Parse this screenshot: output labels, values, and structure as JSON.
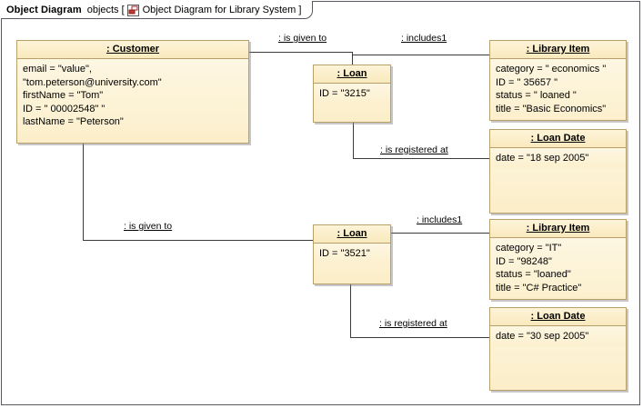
{
  "frame": {
    "kind": "Object Diagram",
    "name": "objects",
    "bracket_open": "[",
    "bracket_close": "]",
    "icon": "object-diagram-icon",
    "label": "Object Diagram for Library System"
  },
  "objects": [
    {
      "id": "customer",
      "name": "customer-object",
      "header": ": Customer",
      "slots": [
        "email = \"value\",",
        "\"tom.peterson@university.com\"",
        "firstName = \"Tom\"",
        "ID = \" 00002548\" \"",
        "lastName = \"Peterson\""
      ]
    },
    {
      "id": "loan1",
      "name": "loan-object-3215",
      "header": ": Loan",
      "slots": [
        "ID = \"3215\""
      ]
    },
    {
      "id": "item1",
      "name": "library-item-object-35657",
      "header": ": Library Item",
      "slots": [
        "category = \" economics \"",
        "ID = \" 35657 \"",
        "status = \" loaned \"",
        "title = \"Basic Economics\""
      ]
    },
    {
      "id": "date1",
      "name": "loan-date-object-18sep2005",
      "header": ": Loan Date",
      "slots": [
        "date = \"18 sep 2005\""
      ]
    },
    {
      "id": "loan2",
      "name": "loan-object-3521",
      "header": ": Loan",
      "slots": [
        "ID = \"3521\""
      ]
    },
    {
      "id": "item2",
      "name": "library-item-object-98248",
      "header": ": Library Item",
      "slots": [
        "category = \"IT\"",
        "ID = \"98248\"",
        "status = \"loaned\"",
        "title = \"C# Practice\""
      ]
    },
    {
      "id": "date2",
      "name": "loan-date-object-30sep2005",
      "header": ": Loan Date",
      "slots": [
        "date = \"30 sep 2005\""
      ]
    }
  ],
  "links": [
    {
      "id": "l1",
      "name": "link-customer-loan1",
      "label": ": is given to"
    },
    {
      "id": "l2",
      "name": "link-loan1-item1",
      "label": ": includes1"
    },
    {
      "id": "l3",
      "name": "link-loan1-date1",
      "label": ": is registered at"
    },
    {
      "id": "l4",
      "name": "link-customer-loan2",
      "label": ": is given to"
    },
    {
      "id": "l5",
      "name": "link-loan2-item2",
      "label": ": includes1"
    },
    {
      "id": "l6",
      "name": "link-loan2-date2",
      "label": ": is registered at"
    }
  ],
  "colors": {
    "object_border": "#b9a06a",
    "object_fill_top": "#fdf6e0",
    "object_fill_bottom": "#fbeec8",
    "line": "#3b3b3b",
    "frame_border": "#555a60"
  }
}
